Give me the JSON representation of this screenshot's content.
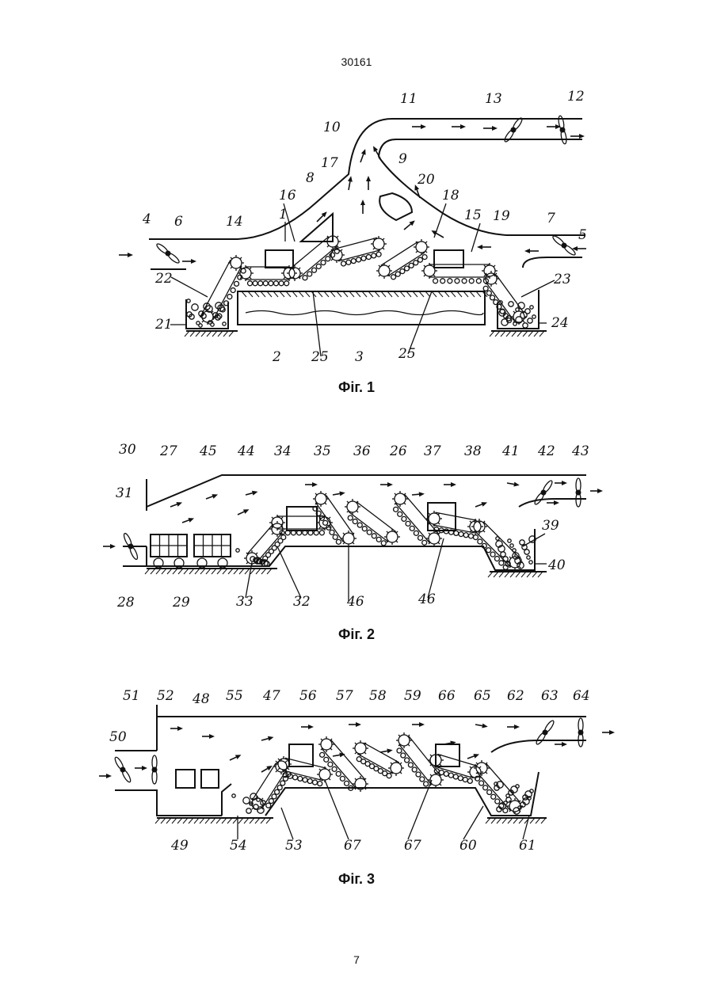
{
  "header": {
    "doc_number": "30161"
  },
  "footer": {
    "page_number": "7"
  },
  "figures": [
    {
      "caption": "Фіг. 1",
      "labels": [
        "1",
        "2",
        "3",
        "4",
        "5",
        "6",
        "7",
        "8",
        "9",
        "10",
        "11",
        "12",
        "13",
        "14",
        "15",
        "16",
        "17",
        "18",
        "19",
        "20",
        "21",
        "22",
        "23",
        "24",
        "25",
        "25"
      ]
    },
    {
      "caption": "Фіг. 2",
      "labels": [
        "26",
        "27",
        "28",
        "29",
        "30",
        "31",
        "32",
        "33",
        "34",
        "35",
        "36",
        "37",
        "38",
        "39",
        "40",
        "41",
        "42",
        "43",
        "44",
        "45",
        "46",
        "46"
      ]
    },
    {
      "caption": "Фіг. 3",
      "labels": [
        "47",
        "48",
        "49",
        "50",
        "51",
        "52",
        "53",
        "54",
        "55",
        "56",
        "57",
        "58",
        "59",
        "60",
        "61",
        "62",
        "63",
        "64",
        "65",
        "66",
        "67",
        "67"
      ]
    }
  ]
}
